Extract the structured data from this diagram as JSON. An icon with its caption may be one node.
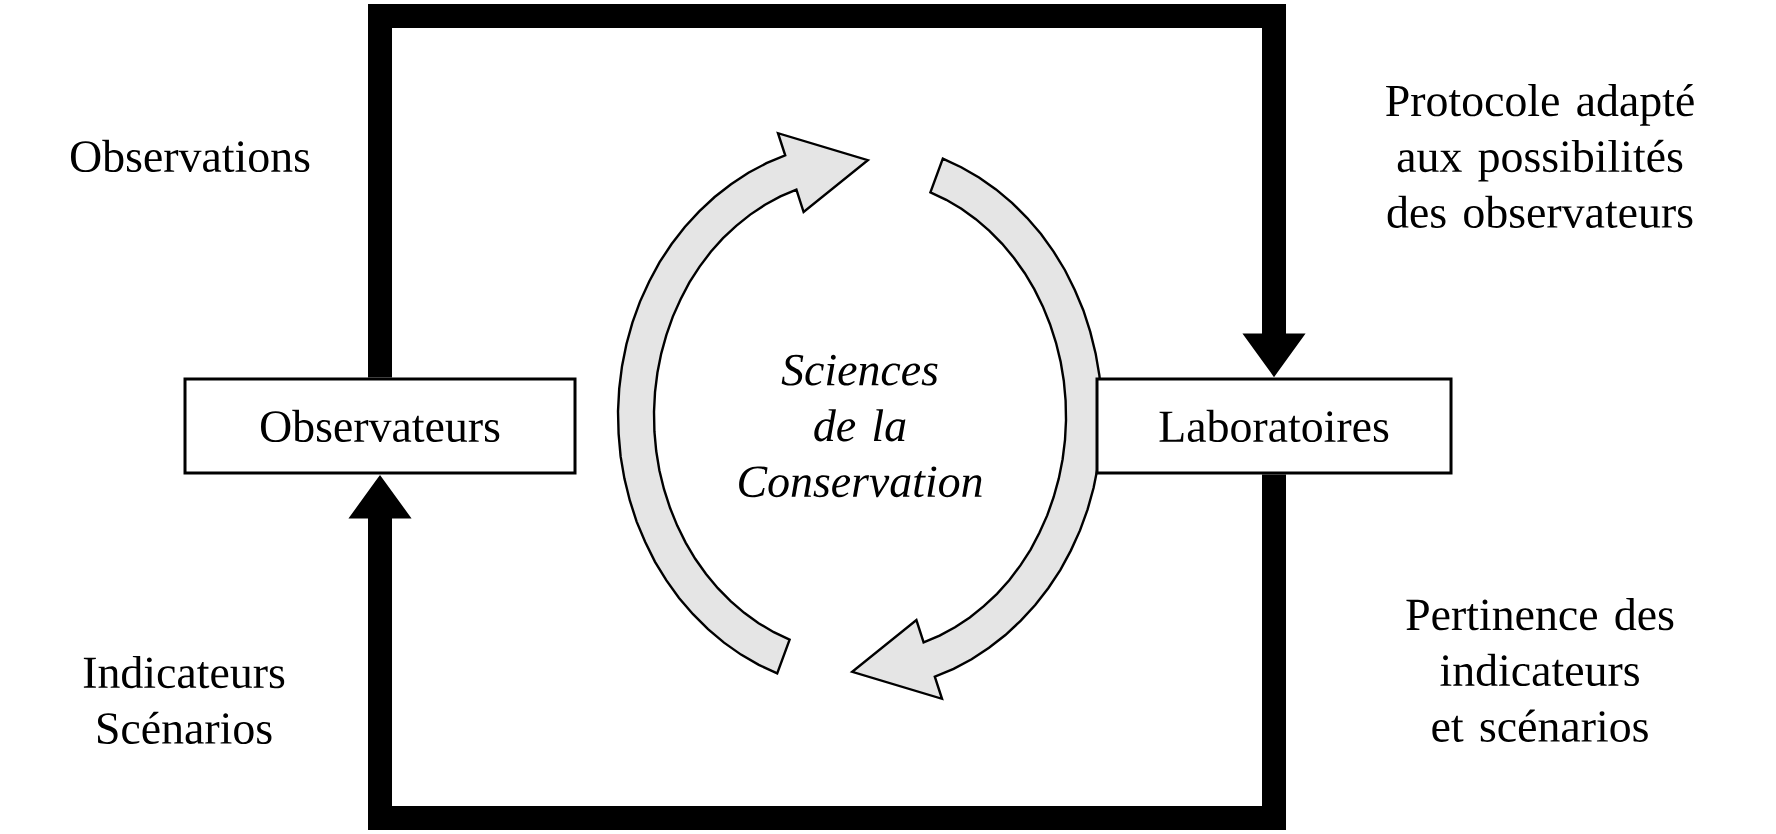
{
  "diagram": {
    "nodes": [
      {
        "text": [
          "Observateurs"
        ]
      },
      {
        "text": [
          "Laboratoires"
        ]
      },
      {
        "text": [
          "Sciences de la Conservation"
        ]
      }
    ],
    "edges": [
      {
        "from": 0,
        "to": 1,
        "arrow": "to"
      },
      {
        "from": 1,
        "to": 0,
        "arrow": "to"
      }
    ],
    "labels": [
      "Observations",
      "Protocole adapté aux possibilités des observateurs",
      "Indicateurs Scénarios",
      "Pertinence des indicateurs et scénarios"
    ]
  }
}
